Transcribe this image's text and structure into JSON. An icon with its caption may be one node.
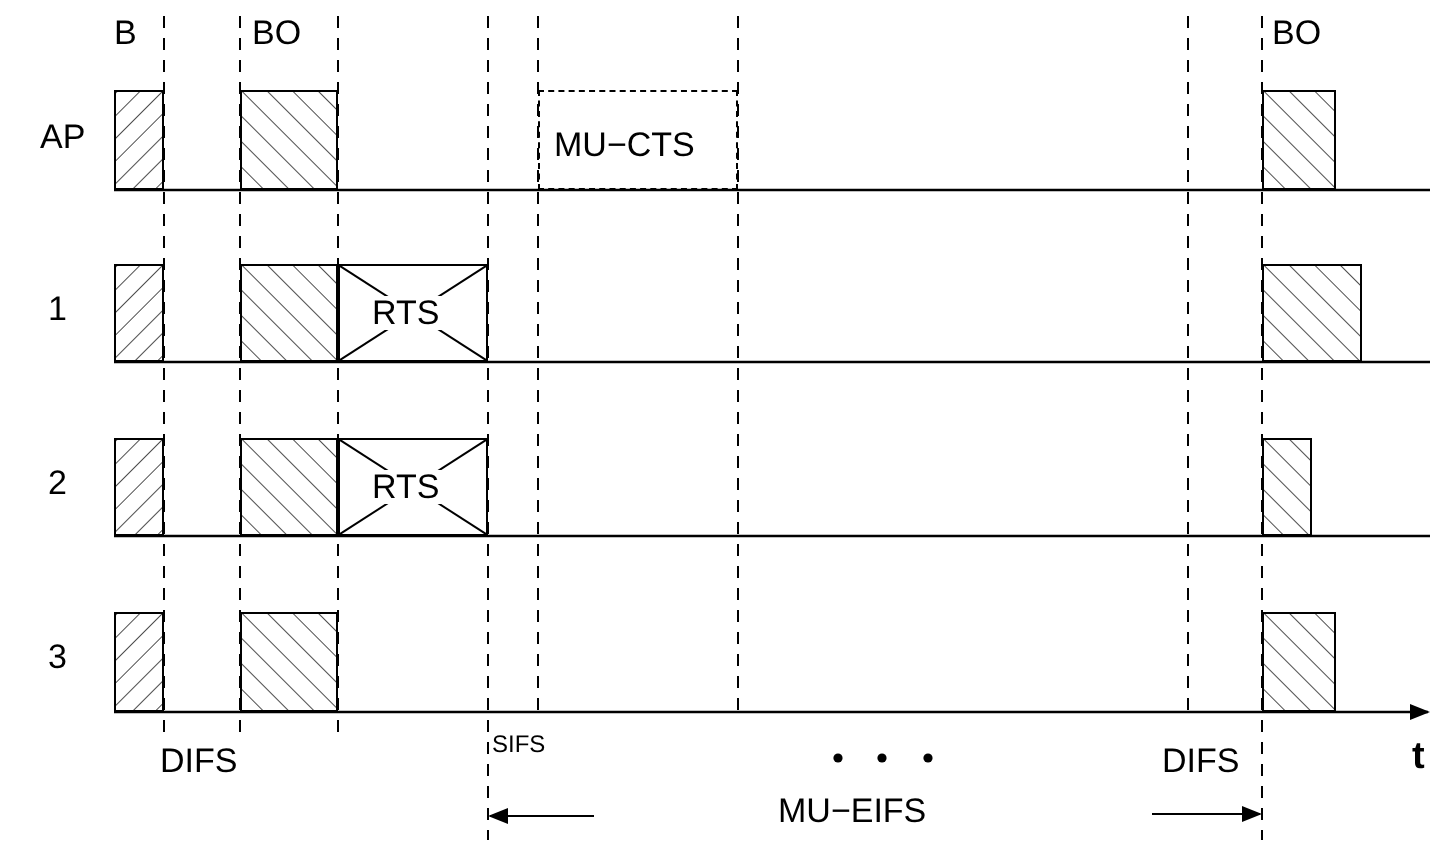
{
  "diagram": {
    "nodes": [
      {
        "text": [],
        "shape": "box"
      },
      {
        "text": [],
        "shape": "box"
      },
      {
        "text": [
          "MU−CTS"
        ]
      },
      {
        "text": [],
        "shape": "box"
      },
      {
        "text": [],
        "shape": "box"
      },
      {
        "text": [],
        "shape": "box"
      },
      {
        "text": [
          "RTS"
        ]
      },
      {
        "text": [],
        "shape": "box"
      },
      {
        "text": [],
        "shape": "box"
      },
      {
        "text": [],
        "shape": "box"
      },
      {
        "text": [
          "RTS"
        ]
      },
      {
        "text": [],
        "shape": "box"
      },
      {
        "text": [],
        "shape": "box"
      },
      {
        "text": [],
        "shape": "box"
      },
      {
        "text": [],
        "shape": "box"
      }
    ],
    "labels": [
      "B",
      "BO",
      "BO",
      "AP",
      "1",
      "2",
      "3",
      "DIFS",
      "SIFS",
      "DIFS",
      "t",
      "MU−EIFS"
    ]
  }
}
